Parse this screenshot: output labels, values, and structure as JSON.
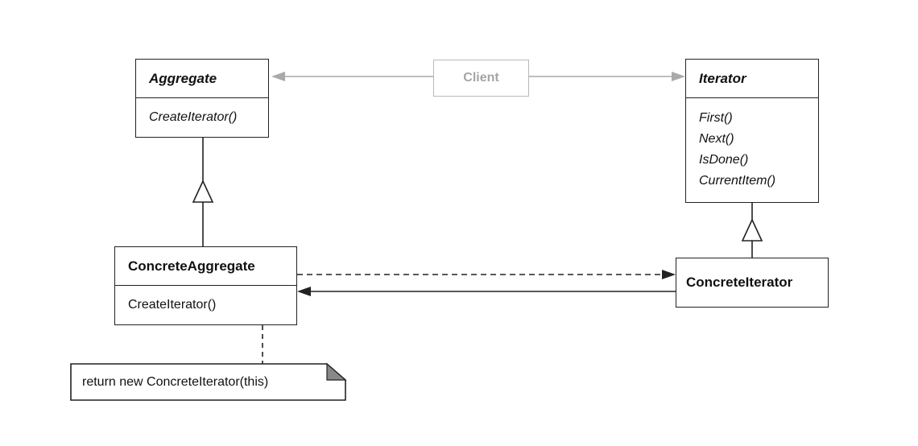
{
  "client": {
    "name": "Client"
  },
  "aggregate": {
    "name": "Aggregate",
    "operations": [
      "CreateIterator()"
    ]
  },
  "iterator": {
    "name": "Iterator",
    "operations": [
      "First()",
      "Next()",
      "IsDone()",
      "CurrentItem()"
    ]
  },
  "concrete_aggregate": {
    "name": "ConcreteAggregate",
    "operations": [
      "CreateIterator()"
    ]
  },
  "concrete_iterator": {
    "name": "ConcreteIterator"
  },
  "note": {
    "text": "return new ConcreteIterator(this)"
  },
  "colors": {
    "line": "#222222",
    "client": "#a9a9a9",
    "note_corner": "#888888"
  }
}
